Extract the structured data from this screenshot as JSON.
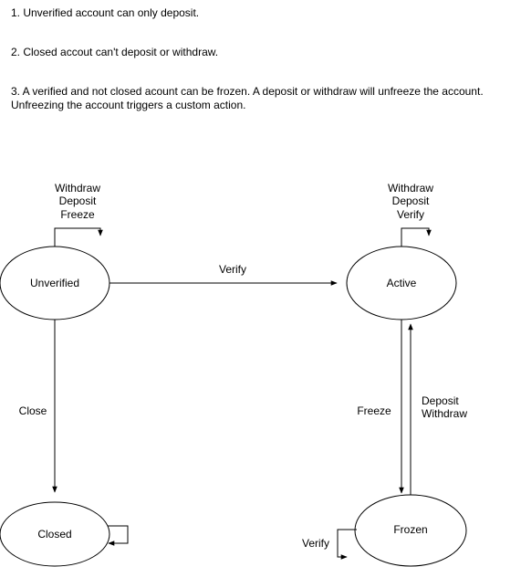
{
  "notes": {
    "n1": "1. Unverified account can only deposit.",
    "n2": "2. Closed accout can't deposit or withdraw.",
    "n3_line1": "3. A verified and not closed acount can be frozen. A deposit or withdraw will unfreeze the account.",
    "n3_line2": "Unfreezing the account triggers a custom action."
  },
  "states": {
    "unverified": "Unverified",
    "active": "Active",
    "closed": "Closed",
    "frozen": "Frozen"
  },
  "transitions": {
    "unverified_self": [
      "Withdraw",
      "Deposit",
      "Freeze"
    ],
    "active_self": [
      "Withdraw",
      "Deposit",
      "Verify"
    ],
    "unverified_to_active": "Verify",
    "unverified_to_closed": "Close",
    "active_to_frozen": "Freeze",
    "frozen_to_active": [
      "Deposit",
      "Withdraw"
    ],
    "frozen_self": "Verify"
  }
}
